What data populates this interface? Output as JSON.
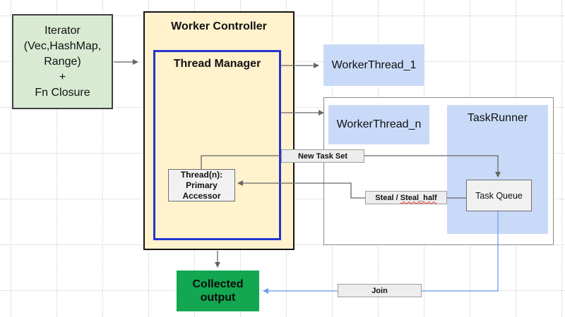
{
  "nodes": {
    "iterator": {
      "lines": [
        "Iterator",
        "(Vec,HashMap,",
        "Range)",
        "+",
        "Fn Closure"
      ]
    },
    "worker_controller": {
      "title": "Worker Controller"
    },
    "thread_manager": {
      "title": "Thread Manager"
    },
    "thread_accessor": {
      "lines": [
        "Thread(n):",
        "Primary",
        "Accessor"
      ]
    },
    "worker_thread_1": {
      "label": "WorkerThread_1"
    },
    "worker_thread_n": {
      "label": "WorkerThread_n"
    },
    "task_runner": {
      "title": "TaskRunner"
    },
    "task_queue": {
      "label": "Task Queue"
    },
    "collected_output": {
      "lines": [
        "Collected",
        "output"
      ]
    }
  },
  "edge_labels": {
    "new_task_set": "New Task Set",
    "steal_prefix": "Steal / ",
    "steal_misspelled": "Steal_half",
    "join": "Join"
  },
  "colors": {
    "iterator_fill": "#d9ead3",
    "controller_fill": "#fff2cc",
    "manager_border": "#2433d0",
    "thread_fill": "#c9daf8",
    "node_fill": "#f1f1f1",
    "output_fill": "#12a750",
    "connector": "#666666",
    "join_connector": "#6d9eeb",
    "spellcheck_underline": "#e02b2b"
  }
}
